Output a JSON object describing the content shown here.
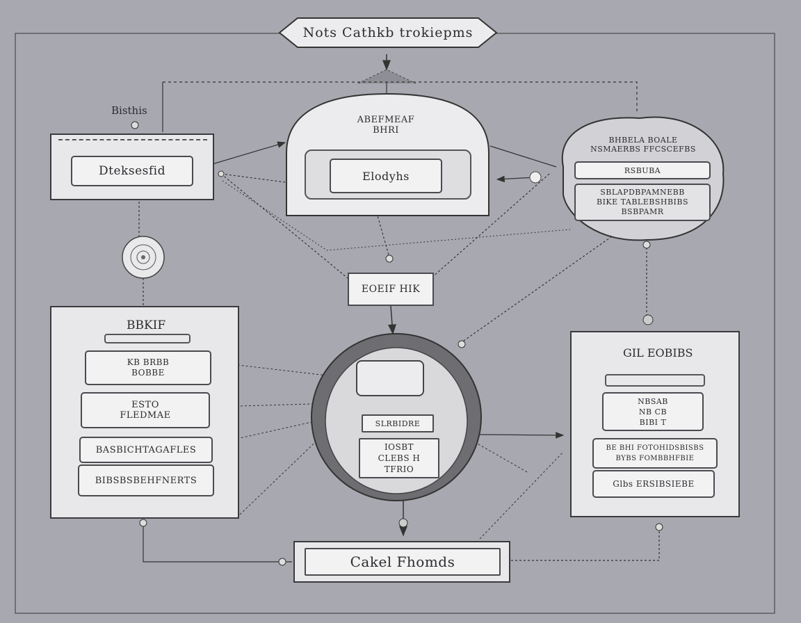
{
  "title": "Nots Cathkb trokiepms",
  "top_left_small_label": "Bisthis",
  "left_top_box": {
    "field": "Dteksesfid"
  },
  "center_dome": {
    "heading_line1": "ABEFMEAF",
    "heading_line2": "BHRI",
    "field": "Elodyhs"
  },
  "right_cloud": {
    "line1": "BHBELA BOALE",
    "line2": "NSMAERBS FFCSCEFBS",
    "row": "RSBUBA",
    "line3": "SBLAPDBPAMNEBB",
    "line4": "BIKE TABLEBSHBIBS",
    "line5": "BSBPAMR"
  },
  "middle_box": "EOEIF HIK",
  "left_panel": {
    "heading": "BBKIF",
    "field1_line1": "KB BRBB",
    "field1_line2": "BOBBE",
    "field2_line1": "ESTO",
    "field2_line2": "FLEDMAE",
    "field3": "BASBICHTAGAFLES",
    "field4": "BIBSBSBEHFNERTS"
  },
  "center_circle": {
    "field1": "SLRBIDRE",
    "field2_line1": "IOSBT",
    "field2_line2": "CLEBS H",
    "field2_line3": "TFRIO"
  },
  "right_panel": {
    "heading": "GIL EOBIBS",
    "field1_line1": "NBSAB",
    "field1_line2": "NB CB",
    "field1_line3": "BIBI T",
    "field2_line1": "BE BHI FOTOHIDSBISBS",
    "field2_line2": "BYBS FOMBBHFBIE",
    "field3": "Glbs ERSIBSIEBE"
  },
  "bottom_box": "Cakel Fhomds",
  "colors": {
    "background": "#a8a9b0",
    "panel": "#e8e8ea",
    "stroke": "#3a3a3e",
    "circle_ring": "#6e6e72"
  }
}
